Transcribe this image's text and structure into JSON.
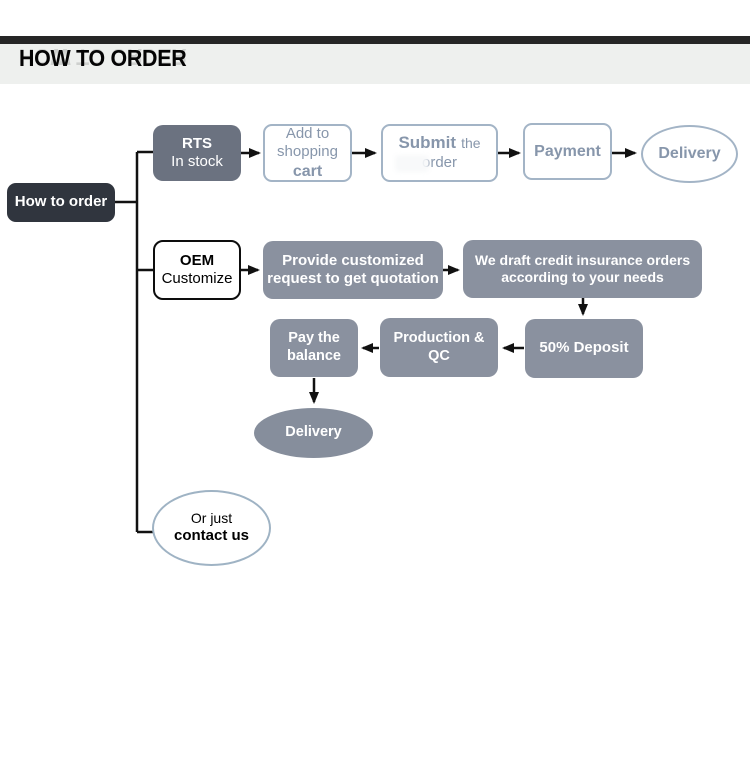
{
  "header": {
    "title": "HOW TO ORDER"
  },
  "flow": {
    "root": {
      "label": "How to order"
    },
    "rts": {
      "title": "RTS",
      "subtitle": "In stock"
    },
    "add_cart": {
      "l1": "Add to",
      "l2": "shopping",
      "l3": "cart"
    },
    "submit": {
      "bold": "Submit",
      "rest": "the",
      "l2": "order"
    },
    "payment": {
      "label": "Payment"
    },
    "delivery_top": {
      "label": "Delivery"
    },
    "oem": {
      "title": "OEM",
      "subtitle": "Customize"
    },
    "provide": {
      "l1": "Provide customized",
      "l2": "request to get quotation"
    },
    "draft": {
      "l1": "We draft credit insurance orders",
      "l2": "according to your needs"
    },
    "deposit": {
      "label": "50% Deposit"
    },
    "production": {
      "l1": "Production &",
      "l2": "QC"
    },
    "balance": {
      "l1": "Pay the",
      "l2": "balance"
    },
    "delivery_gray": {
      "label": "Delivery"
    },
    "contact": {
      "l1": "Or just",
      "l2": "contact us"
    }
  },
  "colors": {
    "header_bar": "#262626",
    "header_band": "#eef0ee",
    "node_dark": "#30353e",
    "node_slate": "#6b7280",
    "node_gray": "#8a919f",
    "outline_border": "#a3b4c6",
    "outline_text": "#8796ab",
    "connector": "#111111"
  }
}
